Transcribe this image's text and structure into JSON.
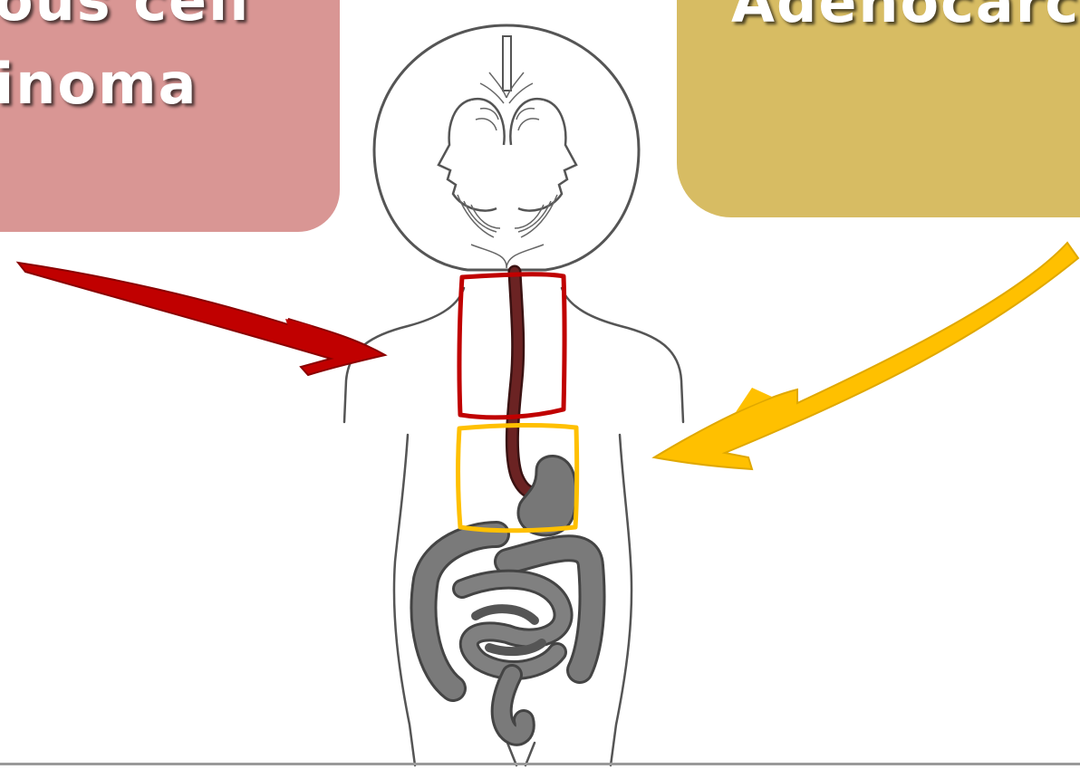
{
  "left_callout": {
    "line1": "ous cell",
    "line2": "inoma",
    "color": "#D99694"
  },
  "right_callout": {
    "line1": "Adenocarc",
    "color": "#D7BC63"
  },
  "colors": {
    "red_arrow": "#C00000",
    "yellow_arrow": "#FFC000",
    "esophagus": "#6B2323",
    "organs": "#777777",
    "outline": "#555555"
  },
  "icons": {
    "coin": "janus-coin-icon",
    "body": "human-body-outline"
  }
}
